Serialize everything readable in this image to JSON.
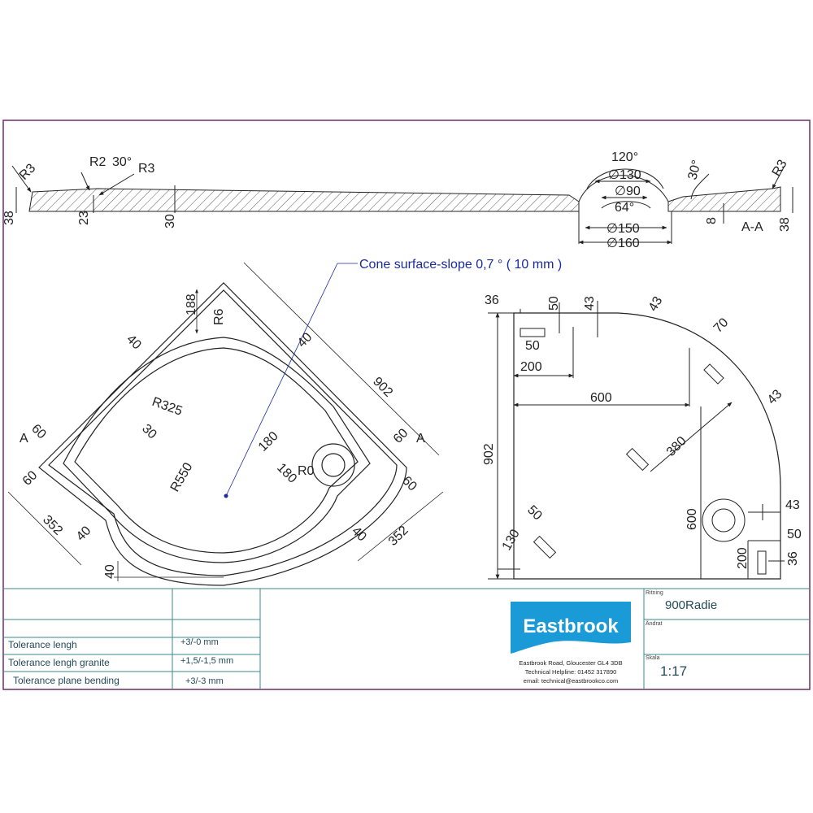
{
  "section": {
    "label": "A-A",
    "dims": {
      "r3_left": "R3",
      "r2": "R2",
      "angle_30_left": "30°",
      "r3_mid": "R3",
      "h38_left": "38",
      "h23": "23",
      "h30": "30",
      "angle_120": "120°",
      "d130": "∅130",
      "d90": "∅90",
      "angle_64": "64°",
      "d150": "∅150",
      "d160": "∅160",
      "angle_30_right": "30°",
      "r3_right": "R3",
      "h8": "8",
      "h38_right": "38"
    }
  },
  "plan": {
    "callout": "Cone surface-slope  0,7 °  ( 10 mm )",
    "section_marks": {
      "left": "A",
      "right": "A"
    },
    "dims": {
      "d188": "188",
      "r6": "R6",
      "d40_tl": "40",
      "d40_tr": "40",
      "d902": "902",
      "r325": "R325",
      "d30": "30",
      "r550": "R550",
      "d60_l1": "60",
      "d60_l2": "60",
      "d352_l": "352",
      "d40_bl": "40",
      "d40_b": "40",
      "d180_a": "180",
      "d180_b": "180",
      "r0": "R0",
      "d60_r1": "60",
      "d60_r2": "60",
      "d40_br": "40",
      "d352_r": "352"
    }
  },
  "template": {
    "dims": {
      "d36_top": "36",
      "d50_top": "50",
      "d43_top": "43",
      "d43_arc": "43",
      "d70": "70",
      "d50_small": "50",
      "d200_top": "200",
      "d600_h": "600",
      "d43_right": "43",
      "d902_v": "902",
      "d380": "380",
      "d50_bl": "50",
      "d130": "130",
      "d600_v": "600",
      "d43_r2": "43",
      "d50_r2": "50",
      "d200_v": "200",
      "d36_r2": "36"
    }
  },
  "title_block": {
    "tolerance_rows": [
      {
        "label": "Tolerance lengh",
        "value": "+3/-0 mm"
      },
      {
        "label": "Tolerance lengh granite",
        "value": "+1,5/-1,5 mm"
      },
      {
        "label": "Tolerance plane bending",
        "value": "+3/-3 mm"
      }
    ],
    "company": {
      "logo_text": "Eastbrook",
      "address": "Eastbrook Road, Gloucester GL4 3DB",
      "helpline": "Technical Helpline: 01452 317890",
      "email": "email: technical@eastbrookco.com",
      "brand_color": "#1a9bd7"
    },
    "product_name": "900Radie",
    "field_label_1": "Ändrat",
    "field_label_2": "Skala",
    "field_label_3": "Ritning",
    "scale": "1:17"
  }
}
